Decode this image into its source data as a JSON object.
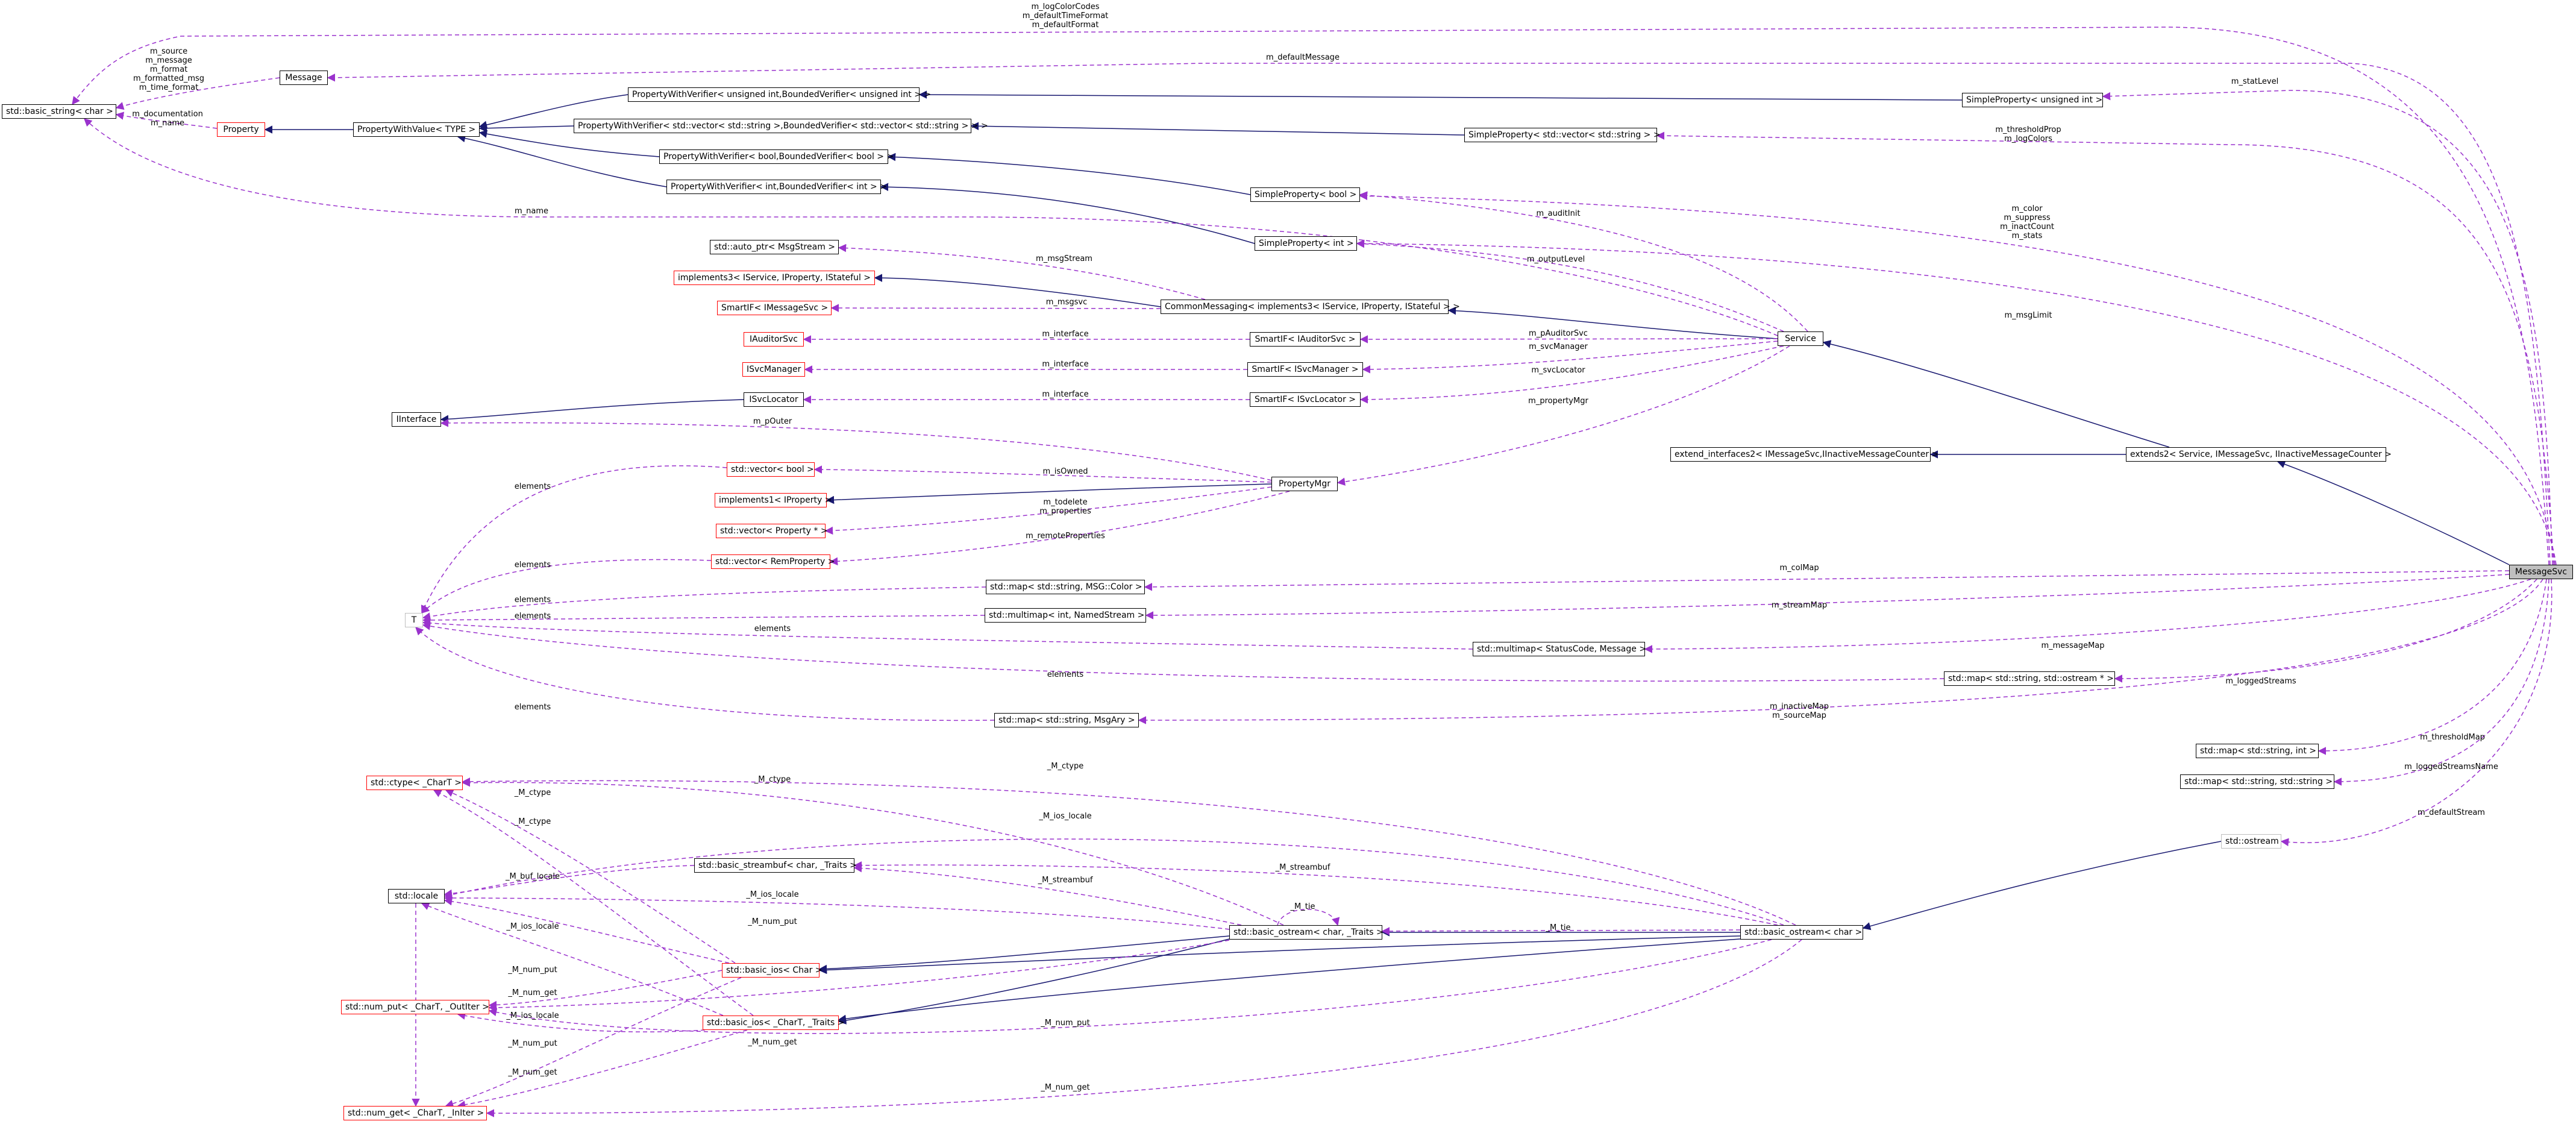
{
  "colors": {
    "inherit": "#191970",
    "usage": "#9a32cd",
    "focus_fill": "#bfbfbf",
    "undocumented_border": "#ff0000",
    "external_border": "#bfbfbf"
  },
  "nodes": {
    "basic_string": "std::basic_string< char >",
    "message": "Message",
    "property": "Property",
    "pwv_type": "PropertyWithValue< TYPE >",
    "pwver_uint": "PropertyWithVerifier< unsigned int,BoundedVerifier< unsigned int > >",
    "pwver_vecstr": "PropertyWithVerifier< std::vector< std::string >,BoundedVerifier< std::vector< std::string > > >",
    "pwver_bool": "PropertyWithVerifier< bool,BoundedVerifier< bool > >",
    "pwver_int": "PropertyWithVerifier< int,BoundedVerifier< int > >",
    "sp_uint": "SimpleProperty< unsigned int >",
    "sp_vecstr": "SimpleProperty< std::vector< std::string > >",
    "sp_bool": "SimpleProperty< bool >",
    "sp_int": "SimpleProperty< int >",
    "auto_ptr": "std::auto_ptr< MsgStream >",
    "impl3": "implements3< IService, IProperty, IStateful >",
    "smartif_msgsvc": "SmartIF< IMessageSvc >",
    "iauditorsvc": "IAuditorSvc",
    "isvcmanager": "ISvcManager",
    "isvclocator": "ISvcLocator",
    "iinterface": "IInterface",
    "common_messaging": "CommonMessaging< implements3< IService, IProperty, IStateful > >",
    "service": "Service",
    "smartif_auditor": "SmartIF< IAuditorSvc >",
    "smartif_svcmanager": "SmartIF< ISvcManager >",
    "smartif_svclocator": "SmartIF< ISvcLocator >",
    "vector_bool": "std::vector< bool >",
    "impl1": "implements1< IProperty >",
    "vector_propptr": "std::vector< Property * >",
    "vector_remprop": "std::vector< RemProperty >",
    "property_mgr": "PropertyMgr",
    "ext_interfaces2": "extend_interfaces2< IMessageSvc,IInactiveMessageCounter >",
    "extends2": "extends2< Service, IMessageSvc, IInactiveMessageCounter >",
    "t": "T",
    "map_color": "std::map< std::string, MSG::Color >",
    "multimap_named": "std::multimap< int, NamedStream >",
    "multimap_status": "std::multimap< StatusCode, Message >",
    "map_ostream": "std::map< std::string, std::ostream * >",
    "map_msgary": "std::map< std::string, MsgAry >",
    "map_int": "std::map< std::string, int >",
    "map_string": "std::map< std::string, std::string >",
    "ostream_std": "std::ostream",
    "message_svc": "MessageSvc",
    "ctype": "std::ctype< _CharT >",
    "locale": "std::locale",
    "streambuf": "std::basic_streambuf< char, _Traits >",
    "basic_ostream_tmpl": "std::basic_ostream< char, _Traits >",
    "basic_ostream_char": "std::basic_ostream< char >",
    "basic_ios_char": "std::basic_ios< Char >",
    "num_put": "std::num_put< _CharT, _OutIter >",
    "basic_ios_tmpl": "std::basic_ios< _CharT, _Traits >",
    "num_get": "std::num_get< _CharT, _InIter >"
  },
  "edge_labels": {
    "log_color_codes": "m_logColorCodes\nm_defaultTimeFormat\nm_defaultFormat",
    "default_message": "m_defaultMessage",
    "source_group": "m_source\nm_message\nm_format\nm_formatted_msg\nm_time_format",
    "documentation": "m_documentation\nm_name",
    "stat_level": "m_statLevel",
    "threshold_prop": "m_thresholdProp\nm_logColors",
    "name": "m_name",
    "audit_init": "m_auditInit",
    "color_group": "m_color\nm_suppress\nm_inactCount\nm_stats",
    "msg_stream": "m_msgStream",
    "output_level": "m_outputLevel",
    "msg_limit": "m_msgLimit",
    "msgsvc": "m_msgsvc",
    "interface1": "m_interface",
    "pauditor": "m_pAuditorSvc",
    "svc_manager": "m_svcManager",
    "interface2": "m_interface",
    "svc_locator": "m_svcLocator",
    "interface3": "m_interface",
    "property_mgr": "m_propertyMgr",
    "pouter": "m_pOuter",
    "elements1": "elements",
    "is_owned": "m_isOwned",
    "todelete": "m_todelete\nm_properties",
    "elements2": "elements",
    "remote_props": "m_remoteProperties",
    "col_map": "m_colMap",
    "elements3": "elements",
    "elements4": "elements",
    "stream_map": "m_streamMap",
    "elements5": "elements",
    "message_map": "m_messageMap",
    "elements6": "elements",
    "logged_streams": "m_loggedStreams",
    "elements7": "elements",
    "inactive_map": "m_inactiveMap\nm_sourceMap",
    "threshold_map": "m_thresholdMap",
    "logged_streams_name": "m_loggedStreamsName",
    "default_stream": "m_defaultStream",
    "ctype1": "_M_ctype",
    "ctype2": "_M_ctype",
    "ctype3": "_M_ctype",
    "ctype4": "_M_ctype",
    "ios_locale1": "_M_ios_locale",
    "streambuf1": "_M_streambuf",
    "buf_locale": "_M_buf_locale",
    "streambuf2": "_M_streambuf",
    "ios_locale2": "_M_ios_locale",
    "tie1": "_M_tie",
    "tie2": "_M_tie",
    "num_put1": "_M_num_put",
    "ios_locale3": "_M_ios_locale",
    "num_put2": "_M_num_put",
    "num_get1": "_M_num_get",
    "ios_locale4": "_M_ios_locale",
    "num_put3": "_M_num_put",
    "num_get2": "_M_num_get",
    "num_put4": "_M_num_put",
    "num_get3": "_M_num_get",
    "num_get4": "_M_num_get"
  }
}
